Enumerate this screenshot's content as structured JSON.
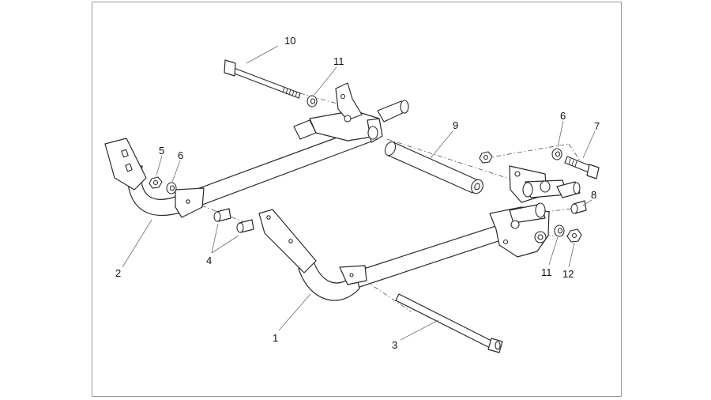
{
  "diagram": {
    "callouts": [
      {
        "id": "c10",
        "label": "10"
      },
      {
        "id": "c11a",
        "label": "11"
      },
      {
        "id": "c9",
        "label": "9"
      },
      {
        "id": "c6a",
        "label": "6"
      },
      {
        "id": "c7",
        "label": "7"
      },
      {
        "id": "c5",
        "label": "5"
      },
      {
        "id": "c6b",
        "label": "6"
      },
      {
        "id": "c8",
        "label": "8"
      },
      {
        "id": "c2",
        "label": "2"
      },
      {
        "id": "c4",
        "label": "4"
      },
      {
        "id": "c11b",
        "label": "11"
      },
      {
        "id": "c12",
        "label": "12"
      },
      {
        "id": "c1",
        "label": "1"
      },
      {
        "id": "c3",
        "label": "3"
      }
    ]
  }
}
